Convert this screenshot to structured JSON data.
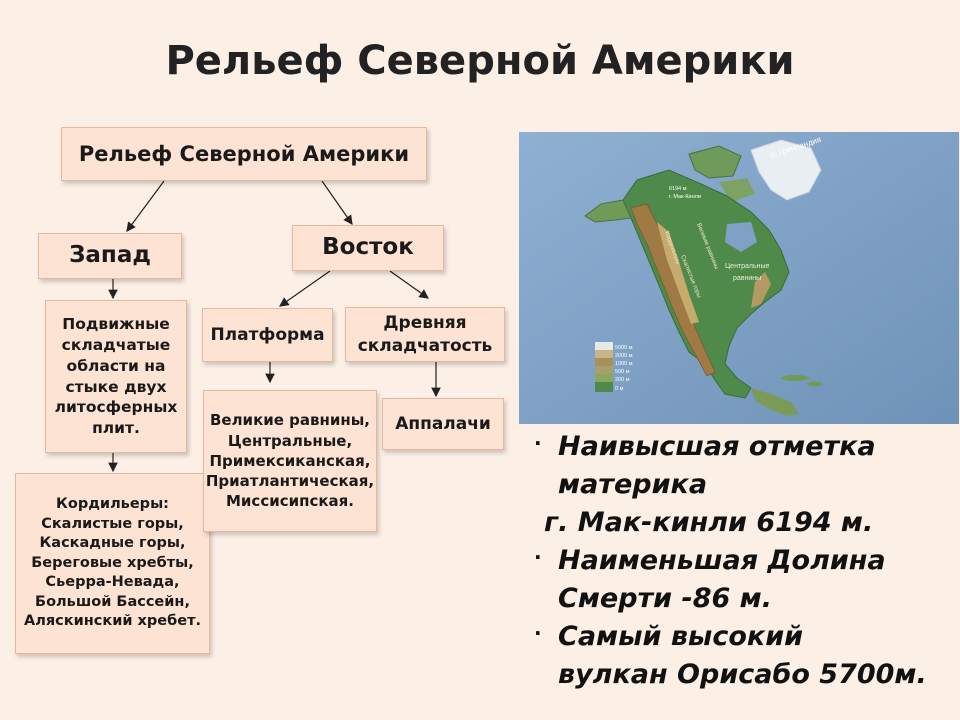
{
  "title": "Рельеф Северной Америки",
  "diagram": {
    "root": "Рельеф Северной Америки",
    "west": {
      "label": "Запад",
      "description_lines": [
        "Подвижные",
        "складчатые",
        "области на",
        "стыке двух",
        "литосферных",
        "плит."
      ],
      "cordillera_lines": [
        "Кордильеры:",
        "Скалистые горы,",
        "Каскадные горы,",
        "Береговые хребты,",
        "Сьерра-Невада,",
        "Большой Бассейн,",
        "Аляскинский хребет."
      ]
    },
    "east": {
      "label": "Восток",
      "platform": {
        "label": "Платформа",
        "plains_lines": [
          "Великие равнины,",
          "Центральные,",
          "Примексиканская,",
          "Приатлантическая,",
          "Миссисипская."
        ]
      },
      "ancient": {
        "label_lines": [
          "Древняя",
          "складчатость"
        ],
        "child": "Аппалачи"
      }
    }
  },
  "map": {
    "labels": [
      "о. Гренландия",
      "6194 м",
      "г. Мак-Кинли",
      "Центральные",
      "равнины",
      "Великие равнины",
      "Кордильеры",
      "Скалистые горы"
    ],
    "legend": [
      "5000 м",
      "2000 м",
      "1000 м",
      "500 м",
      "200 м",
      "0 м"
    ],
    "colors": {
      "ocean": "#7fa1c6",
      "lowland": "#4f8a4a",
      "upland": "#a8a06a",
      "mountain": "#8a6b3c",
      "ice": "#e9eef2"
    }
  },
  "facts": [
    {
      "lines": [
        "Наивысшая отметка",
        "материка"
      ],
      "tail": "г. Мак-кинли 6194 м."
    },
    {
      "lines": [
        "Наименьшая  Долина",
        "Смерти -86 м."
      ]
    },
    {
      "lines": [
        "Самый высокий",
        "вулкан Орисабо 5700м."
      ]
    }
  ]
}
